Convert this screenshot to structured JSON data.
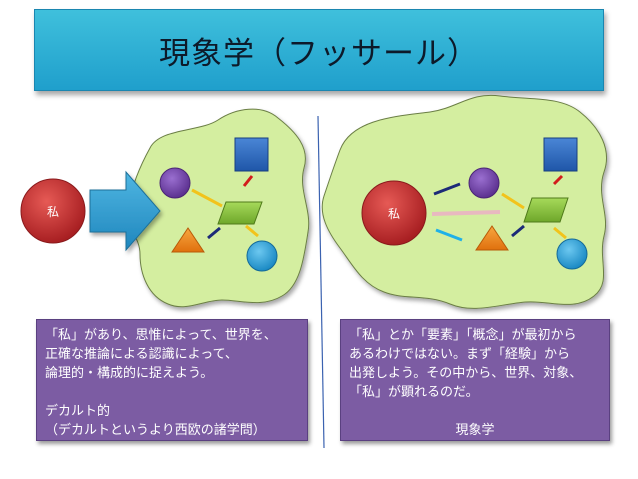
{
  "title": "現象学（フッサール）",
  "left_panel": {
    "self_label": "私",
    "text_lines": [
      "「私」があり、思惟によって、世界を、",
      "正確な推論による認識によって、",
      "論理的・構成的に捉えよう。",
      "",
      "デカルト的",
      "（デカルトというより西欧の諸学問）"
    ]
  },
  "right_panel": {
    "self_label": "私",
    "text_lines": [
      "「私」とか「要素」「概念」が最初から",
      "あるわけではない。まず「経験」から",
      "出発しよう。その中から、世界、対象、",
      "「私」が顕れるのだ。"
    ],
    "caption": "現象学"
  },
  "colors": {
    "title_bg": "#2aaed6",
    "blob": "#d4eea0",
    "self_ball": "#c0282a",
    "arrow": "#2f9fd0",
    "circle_purple": "#7a4bb0",
    "square_blue": "#2e6bc4",
    "parallelogram_green": "#8cc63f",
    "triangle_orange": "#f08a1c",
    "circle_cyan": "#2fa8e0",
    "textbox": "#7c5ca3"
  }
}
